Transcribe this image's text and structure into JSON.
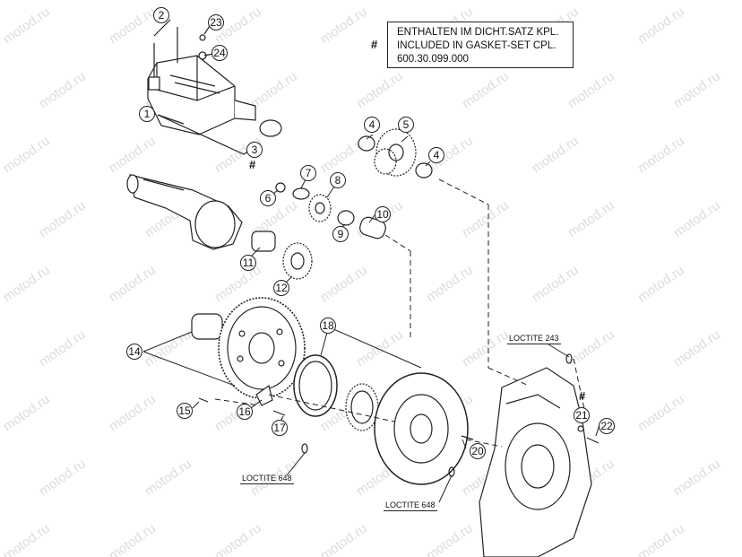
{
  "watermark": "motod.ru",
  "note": {
    "marker": "#",
    "line1": "ENTHALTEN IM DICHT.SATZ KPL.",
    "line2": "INCLUDED IN GASKET-SET CPL.",
    "line3": "600.30.099.000"
  },
  "hash_marks": {
    "h1": "#",
    "h2": "#"
  },
  "loctite": {
    "l243": "LOCTITE 243",
    "l648a": "LOCTITE 648",
    "l648b": "LOCTITE 648"
  },
  "callouts": {
    "c1": "1",
    "c2": "2",
    "c3": "3",
    "c4a": "4",
    "c4b": "4",
    "c5": "5",
    "c6": "6",
    "c7": "7",
    "c8": "8",
    "c9": "9",
    "c10": "10",
    "c11": "11",
    "c12": "12",
    "c14": "14",
    "c15": "15",
    "c16": "16",
    "c17": "17",
    "c18": "18",
    "c20": "20",
    "c21": "21",
    "c22": "22",
    "c23": "23",
    "c24": "24"
  }
}
